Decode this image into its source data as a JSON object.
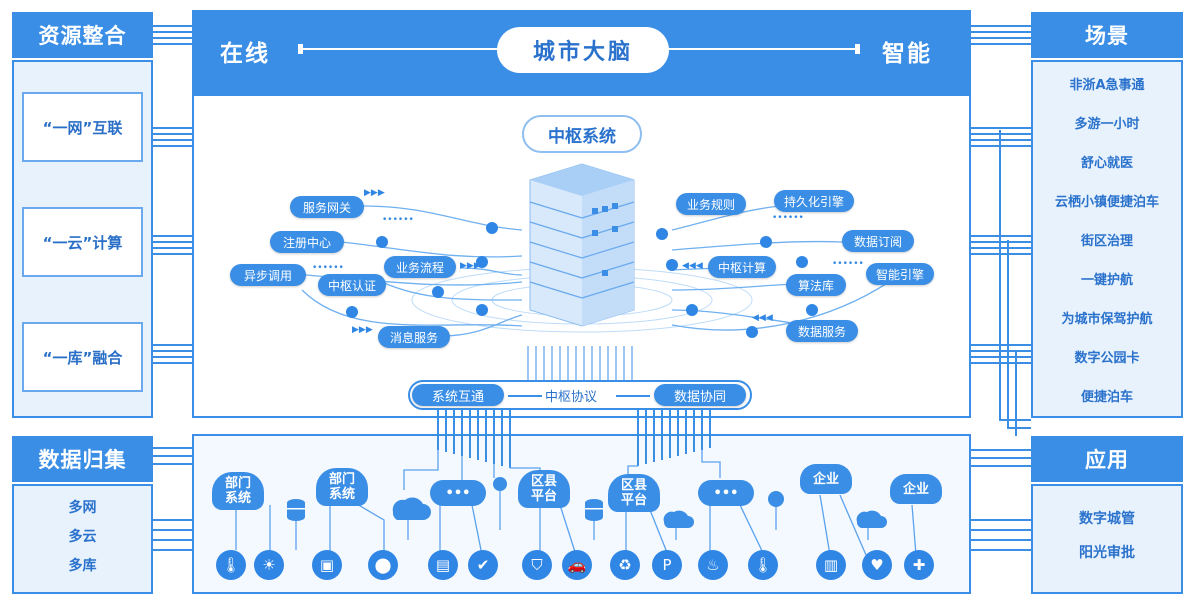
{
  "left": {
    "resources_title": "资源整合",
    "items": [
      "“一网”互联",
      "“一云”计算",
      "“一库”融合"
    ],
    "data_title": "数据归集",
    "data_items": [
      "多网",
      "多云",
      "多库"
    ]
  },
  "center": {
    "online": "在线",
    "brain": "城市大脑",
    "smart": "智能",
    "hub": "中枢系统",
    "services_left": [
      "服务网关",
      "注册中心",
      "异步调用",
      "中枢认证",
      "业务流程",
      "消息服务"
    ],
    "services_right": [
      "业务规则",
      "持久化引擎",
      "数据订阅",
      "中枢计算",
      "算法库",
      "智能引擎",
      "数据服务"
    ],
    "protocol": {
      "left": "系统互通",
      "middle": "中枢协议",
      "right": "数据协同"
    }
  },
  "bottom": {
    "clouds": [
      {
        "label": "部门\n系统"
      },
      {
        "label": "部门\n系统"
      },
      {
        "label": "•••"
      },
      {
        "label": "区县\n平台"
      },
      {
        "label": "区县\n平台"
      },
      {
        "label": "•••"
      },
      {
        "label": "企业"
      },
      {
        "label": "企业"
      }
    ],
    "icons": [
      {
        "name": "thermometer-icon",
        "glyph": "🌡"
      },
      {
        "name": "sun-icon",
        "glyph": "☀"
      },
      {
        "name": "camera-icon",
        "glyph": "▣"
      },
      {
        "name": "location-pin-icon",
        "glyph": "⬤"
      },
      {
        "name": "document-icon",
        "glyph": "▤"
      },
      {
        "name": "checklist-icon",
        "glyph": "✔"
      },
      {
        "name": "shield-icon",
        "glyph": "⛉"
      },
      {
        "name": "car-icon",
        "glyph": "🚗"
      },
      {
        "name": "recycle-icon",
        "glyph": "♻"
      },
      {
        "name": "parking-icon",
        "glyph": "P"
      },
      {
        "name": "bath-icon",
        "glyph": "♨"
      },
      {
        "name": "temperature-icon",
        "glyph": "🌡"
      },
      {
        "name": "building-icon",
        "glyph": "▥"
      },
      {
        "name": "heart-icon",
        "glyph": "♥"
      },
      {
        "name": "medical-kit-icon",
        "glyph": "✚"
      }
    ]
  },
  "right": {
    "scenes_title": "场景",
    "scenes": [
      "非浙A急事通",
      "多游一小时",
      "舒心就医",
      "云栖小镇便捷泊车",
      "街区治理",
      "一键护航",
      "为城市保驾护航",
      "数字公园卡",
      "便捷泊车"
    ],
    "apps_title": "应用",
    "apps": [
      "数字城管",
      "阳光审批"
    ]
  },
  "colors": {
    "primary": "#3a8ee6",
    "panel": "#e8f2fd",
    "text": "#2a72cc"
  }
}
